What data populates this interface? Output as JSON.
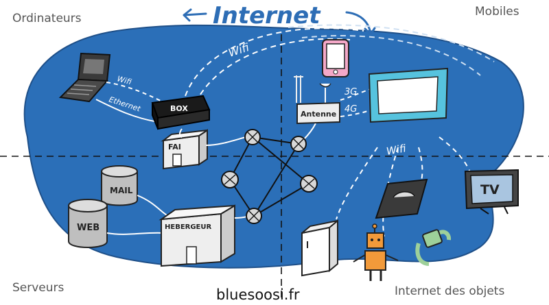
{
  "title": "Internet",
  "quadrants": {
    "top_left": "Ordinateurs",
    "top_right": "Mobiles",
    "bottom_left": "Serveurs",
    "bottom_right": "Internet des objets"
  },
  "footer": "bluesoosi.fr",
  "labels": {
    "wifi_laptop": "Wifi",
    "ethernet": "Ethernet",
    "box": "BOX",
    "fai": "FAI",
    "wifi_top": "Wifi",
    "antenne": "Antenne",
    "net_3g": "3G",
    "net_4g": "4G",
    "wifi_objects": "Wifi",
    "tv": "TV",
    "mail": "MAIL",
    "web": "WEB",
    "hebergeur": "HEBERGEUR"
  },
  "colors": {
    "blob": "#2b6fb8",
    "title": "#2d6db5",
    "tablet": "#56c3de",
    "phone": "#f4a8c8",
    "robot": "#f29a3a",
    "watch": "#9ed09a",
    "node": "#d8d8d8",
    "tv": "#a9c5e0"
  }
}
